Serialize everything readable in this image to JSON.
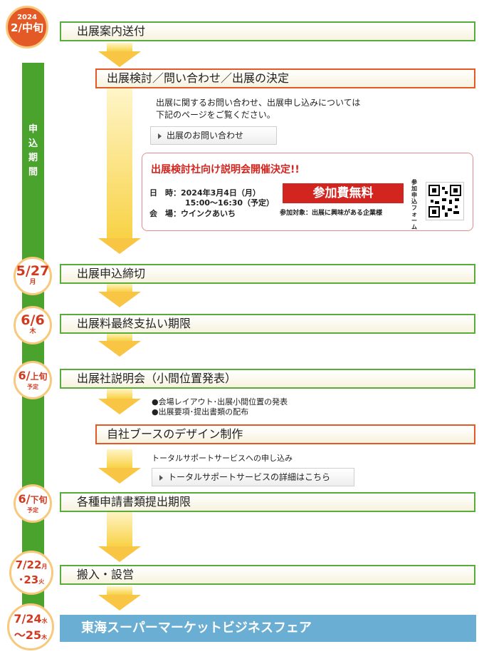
{
  "vertical_label": [
    "申",
    "込",
    "期",
    "間"
  ],
  "dates": {
    "d1": {
      "year": "2024",
      "main": "2",
      "sep": "/",
      "sub": "中旬",
      "note": ""
    },
    "d2": {
      "main": "5",
      "sep": "/",
      "sub": "27",
      "day": "月"
    },
    "d3": {
      "main": "6",
      "sep": "/",
      "sub": "6",
      "day": "木"
    },
    "d4": {
      "main": "6",
      "sep": "/",
      "sub": "上旬",
      "note": "予定"
    },
    "d5": {
      "main": "6",
      "sep": "/",
      "sub": "下旬",
      "note": "予定"
    },
    "d6": {
      "line1": "7/22",
      "day1": "月",
      "line2": "･23",
      "day2": "火"
    },
    "d7": {
      "line1": "7/24",
      "day1": "水",
      "line2": "～25",
      "day2": "木"
    }
  },
  "steps": {
    "s1": "出展案内送付",
    "s2": "出展検討／問い合わせ／出展の決定",
    "s3": "出展申込締切",
    "s4": "出展料最終支払い期限",
    "s5": "出展社説明会（小間位置発表）",
    "s6": "自社ブースのデザイン制作",
    "s7": "各種申請書類提出期限",
    "s8": "搬入・設営",
    "s9": "東海スーパーマーケットビジネスフェア"
  },
  "notes": {
    "inquiry_text": [
      "出展に関するお問い合わせ、出展申し込みについては",
      "下記のページをご覧ください。"
    ],
    "inquiry_link": "出展のお問い合わせ",
    "s5_bullets": [
      "●会場レイアウト･出展小間位置の発表",
      "●出展要項･提出書類の配布"
    ],
    "support_text": "トータルサポートサービスへの申し込み",
    "support_link": "トータルサポートサービスの詳細はこちら"
  },
  "seminar": {
    "title": "出展検討社向け説明会開催決定!!",
    "date_label": "日　時：",
    "date_value": "2024年3月4日（月）",
    "time_value": "15:00～16:30（予定）",
    "venue_label": "会　場：",
    "venue_value": "ウインクあいち",
    "free_badge": "参加費無料",
    "target": "参加対象：出展に興味がある企業様",
    "form_label": "参加申込フォーム"
  },
  "colors": {
    "green": "#4aa32c",
    "orange": "#e45a26",
    "red": "#d3251f",
    "blue": "#6aaed3",
    "yellow": "#f8c544"
  }
}
